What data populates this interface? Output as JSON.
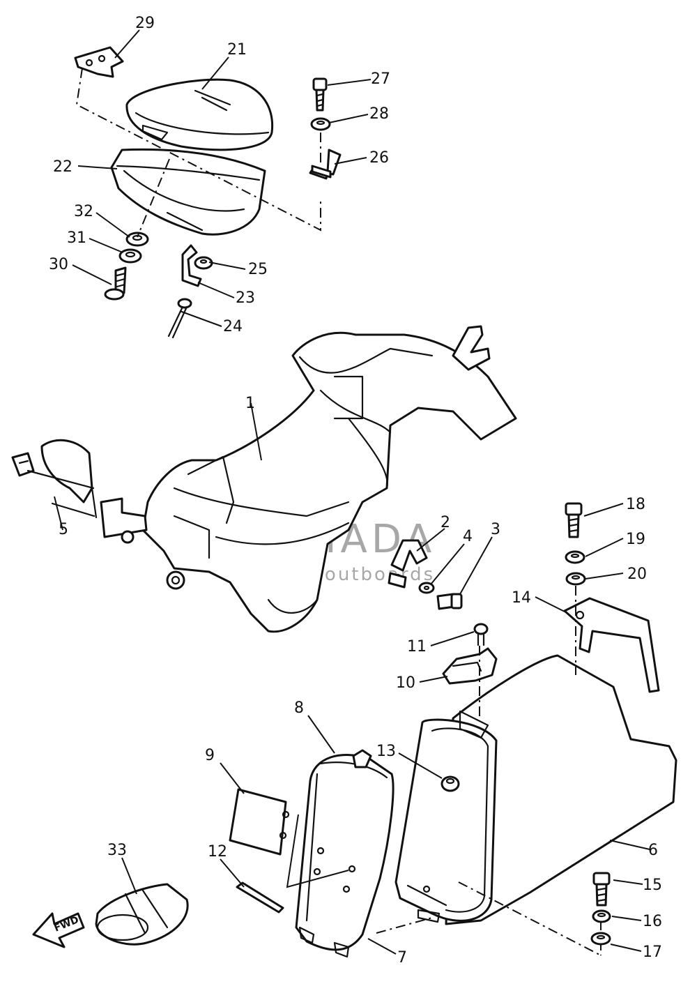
{
  "watermark": {
    "brand": "ARMADA",
    "tagline": "marine outboards",
    "logo_color": "#e070b8"
  },
  "direction_label": "FWD",
  "callouts": {
    "c1": "1",
    "c2": "2",
    "c3": "3",
    "c4": "4",
    "c5": "5",
    "c6": "6",
    "c7": "7",
    "c8": "8",
    "c9": "9",
    "c10": "10",
    "c11": "11",
    "c12": "12",
    "c13": "13",
    "c14": "14",
    "c15": "15",
    "c16": "16",
    "c17": "17",
    "c18": "18",
    "c19": "19",
    "c20": "20",
    "c21": "21",
    "c22": "22",
    "c23": "23",
    "c24": "24",
    "c25": "25",
    "c26": "26",
    "c27": "27",
    "c28": "28",
    "c29": "29",
    "c30": "30",
    "c31": "31",
    "c32": "32",
    "c33": "33"
  }
}
